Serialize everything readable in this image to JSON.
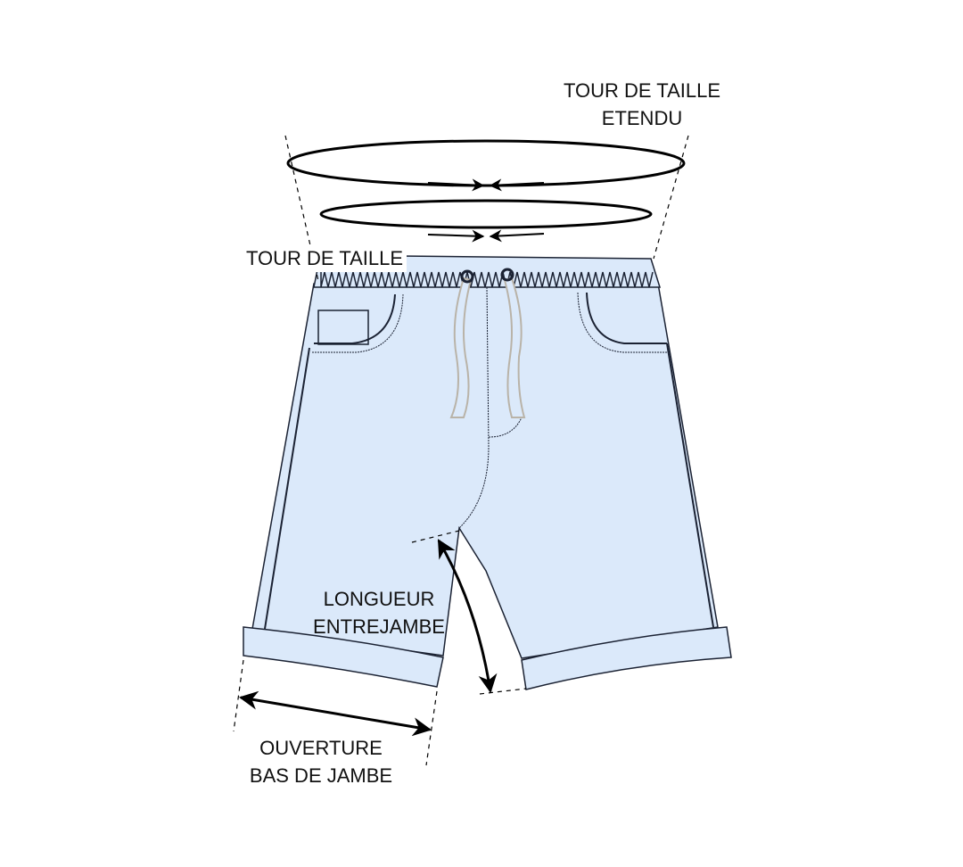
{
  "labels": {
    "tour_taille_etendu": [
      "TOUR DE TAILLE",
      "ETENDU"
    ],
    "tour_taille": "TOUR DE TAILLE",
    "longueur_entrejambe": [
      "LONGUEUR",
      "ENTREJAMBE"
    ],
    "ouverture_bas": [
      "OUVERTURE",
      "BAS DE JAMBE"
    ]
  },
  "colors": {
    "fabric": "#dbe9fa",
    "outline": "#1b2233",
    "drawstring": "#b9b3a8",
    "arrow": "#000000"
  }
}
